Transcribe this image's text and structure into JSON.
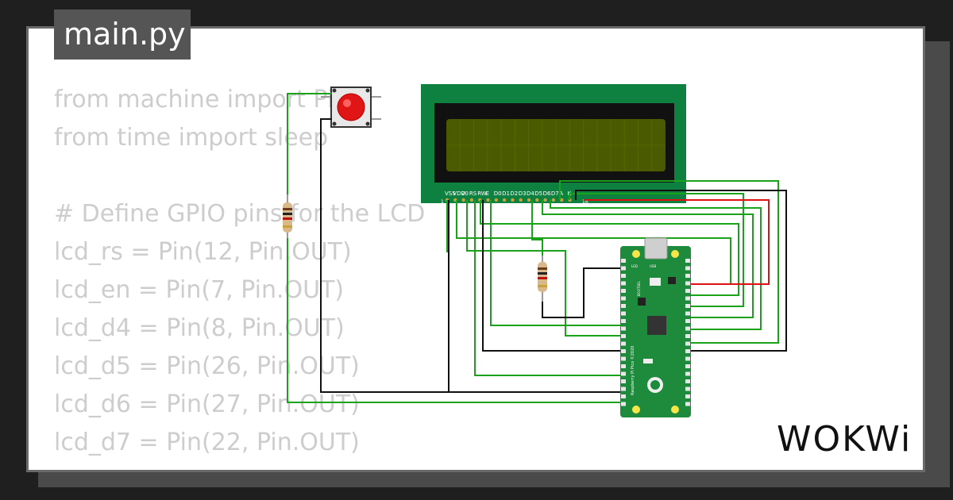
{
  "file_tab": "main.py",
  "code_lines": [
    "from machine import Pin",
    "from time import sleep",
    "",
    "# Define GPIO pins for the LCD",
    "lcd_rs = Pin(12, Pin.OUT)",
    "lcd_en = Pin(7, Pin.OUT)",
    "lcd_d4 = Pin(8, Pin.OUT)",
    "lcd_d5 = Pin(26, Pin.OUT)",
    "lcd_d6 = Pin(27, Pin.OUT)",
    "lcd_d7 = Pin(22, Pin.OUT)"
  ],
  "lcd_pin_labels": [
    "VSS",
    "VDD",
    "V0",
    "RS",
    "RW",
    "E",
    "D0",
    "D1",
    "D2",
    "D3",
    "D4",
    "D5",
    "D6",
    "D7",
    "A",
    "K"
  ],
  "lcd_pin_numbers": [
    "1",
    "16"
  ],
  "pico_labels": {
    "usb": "USB",
    "board": "Raspberry Pi Pico ©2020",
    "led": "LED",
    "bootsel": "BOOTSEL"
  },
  "logo": "WOKWi",
  "colors": {
    "wire_green": "#1aa31a",
    "wire_black": "#111111",
    "wire_red": "#e01010",
    "lcd_board": "#0e8040",
    "lcd_screen": "#4a5a00",
    "pico_board": "#1d8a3c",
    "button": "#e01515"
  }
}
